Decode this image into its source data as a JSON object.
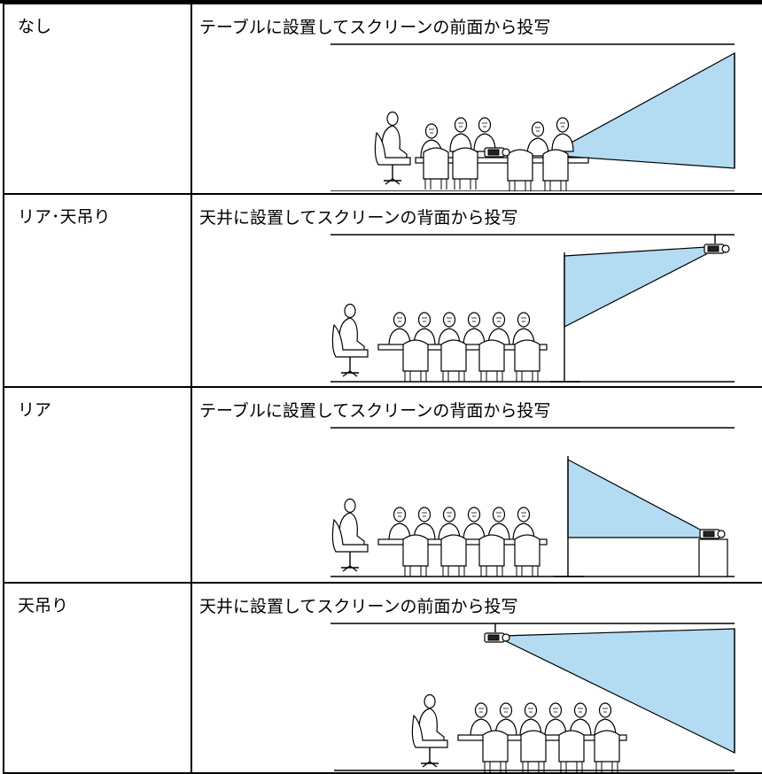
{
  "rows": [
    {
      "mode": "なし",
      "description": "テーブルに設置してスクリーンの前面から投写"
    },
    {
      "mode": "リア･天吊り",
      "description": "天井に設置してスクリーンの背面から投写"
    },
    {
      "mode": "リア",
      "description": "テーブルに設置してスクリーンの背面から投写"
    },
    {
      "mode": "天吊り",
      "description": "天井に設置してスクリーンの前面から投写"
    }
  ],
  "colors": {
    "beam": "#b3dcf3",
    "border": "#000000"
  },
  "icons": [
    "projector-icon",
    "audience-icon",
    "screen-icon"
  ]
}
